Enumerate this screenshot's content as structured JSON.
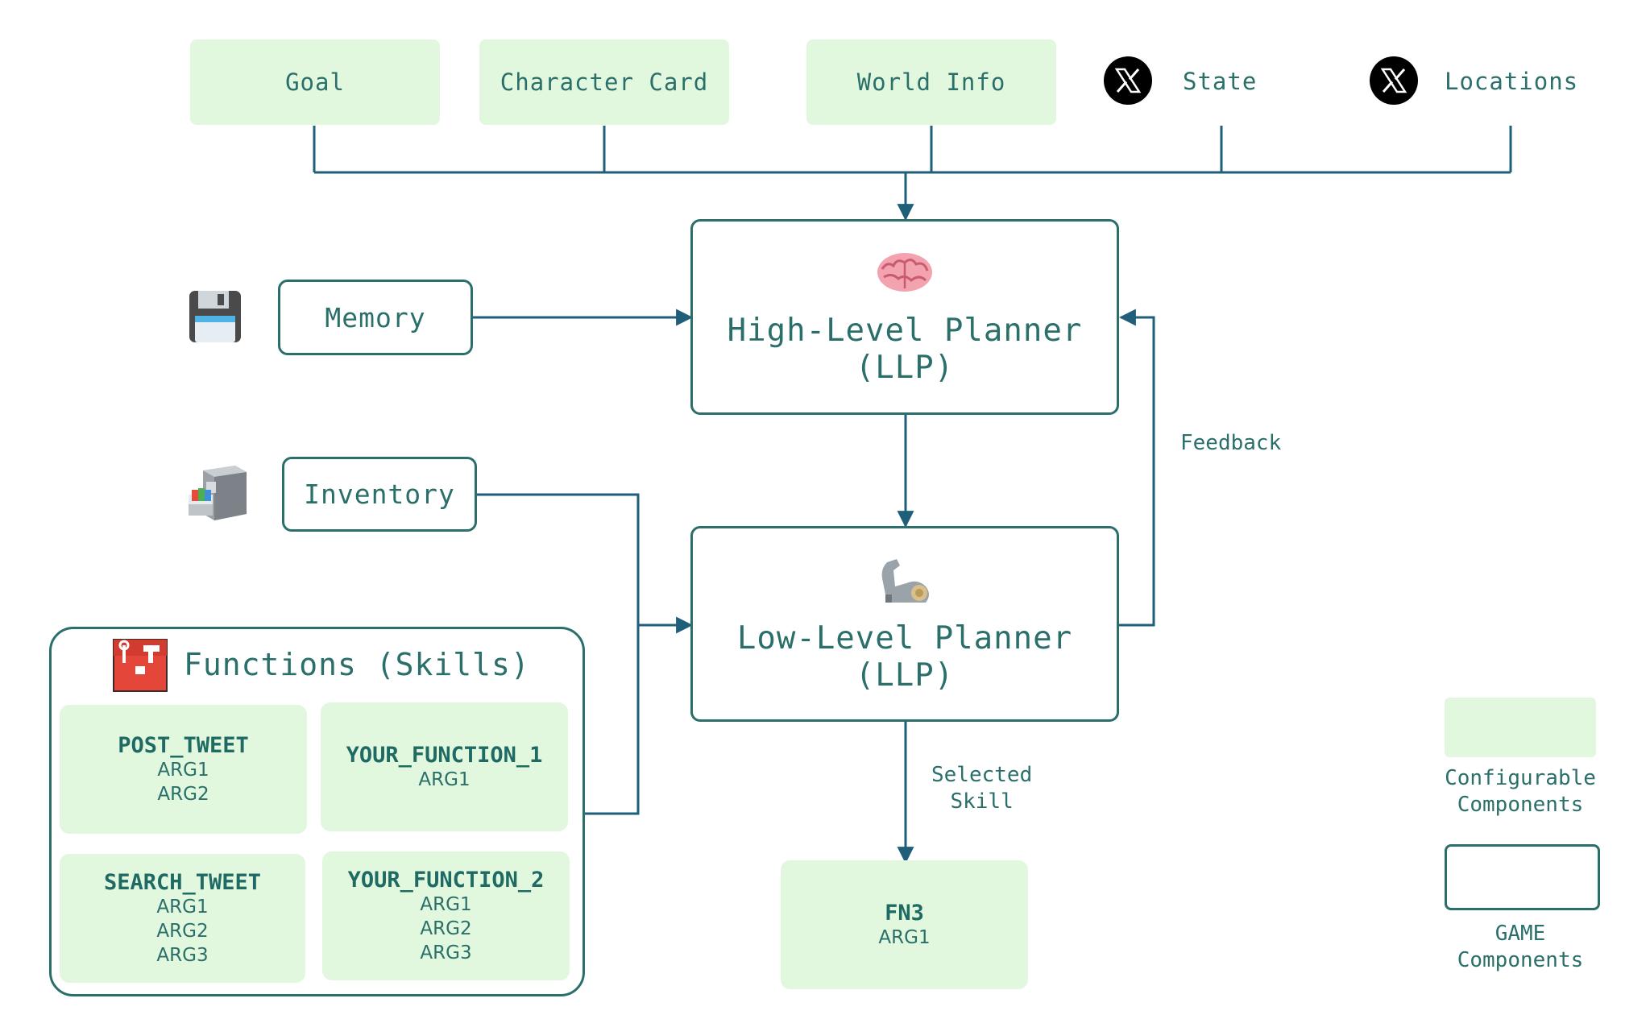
{
  "inputs": {
    "goal": "Goal",
    "character_card": "Character Card",
    "world_info": "World Info",
    "state": "State",
    "locations": "Locations"
  },
  "memory_label": "Memory",
  "inventory_label": "Inventory",
  "high_level_planner": {
    "line1": "High-Level Planner",
    "line2": "(LLP)",
    "icon": "brain-icon"
  },
  "low_level_planner": {
    "line1": "Low-Level Planner",
    "line2": "(LLP)",
    "icon": "mechanical-arm-icon"
  },
  "feedback_label": "Feedback",
  "selected_skill": {
    "line1": "Selected",
    "line2": "Skill"
  },
  "functions": {
    "title": "Functions (Skills)",
    "icon": "toolbox-icon",
    "items": [
      {
        "name": "POST_TWEET",
        "args": [
          "ARG1",
          "ARG2"
        ]
      },
      {
        "name": "YOUR_FUNCTION_1",
        "args": [
          "ARG1"
        ]
      },
      {
        "name": "SEARCH_TWEET",
        "args": [
          "ARG1",
          "ARG2",
          "ARG3"
        ]
      },
      {
        "name": "YOUR_FUNCTION_2",
        "args": [
          "ARG1",
          "ARG2",
          "ARG3"
        ]
      }
    ]
  },
  "selected_function": {
    "name": "FN3",
    "args": [
      "ARG1"
    ]
  },
  "legend": {
    "configurable": {
      "line1": "Configurable",
      "line2": "Components"
    },
    "game": {
      "line1": "GAME",
      "line2": "Components"
    }
  },
  "colors": {
    "line": "#1f5f7a",
    "text": "#2a6f6a",
    "config_fill": "#e1f8df",
    "border": "#2a6f6a"
  }
}
